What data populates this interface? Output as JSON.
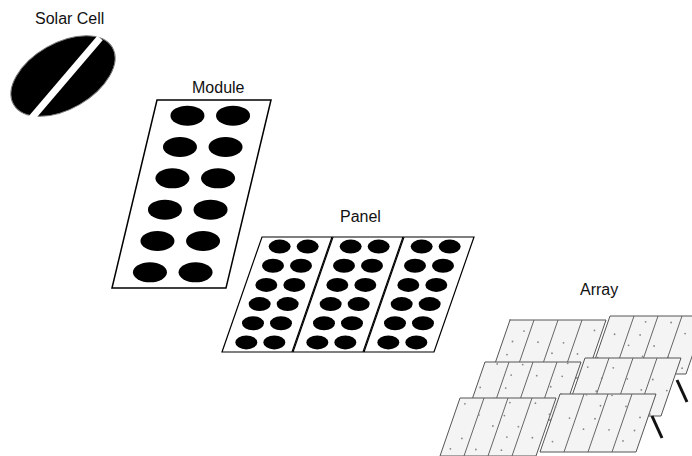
{
  "diagram": {
    "labels": [
      "Solar Cell",
      "Module",
      "Panel",
      "Array"
    ]
  }
}
